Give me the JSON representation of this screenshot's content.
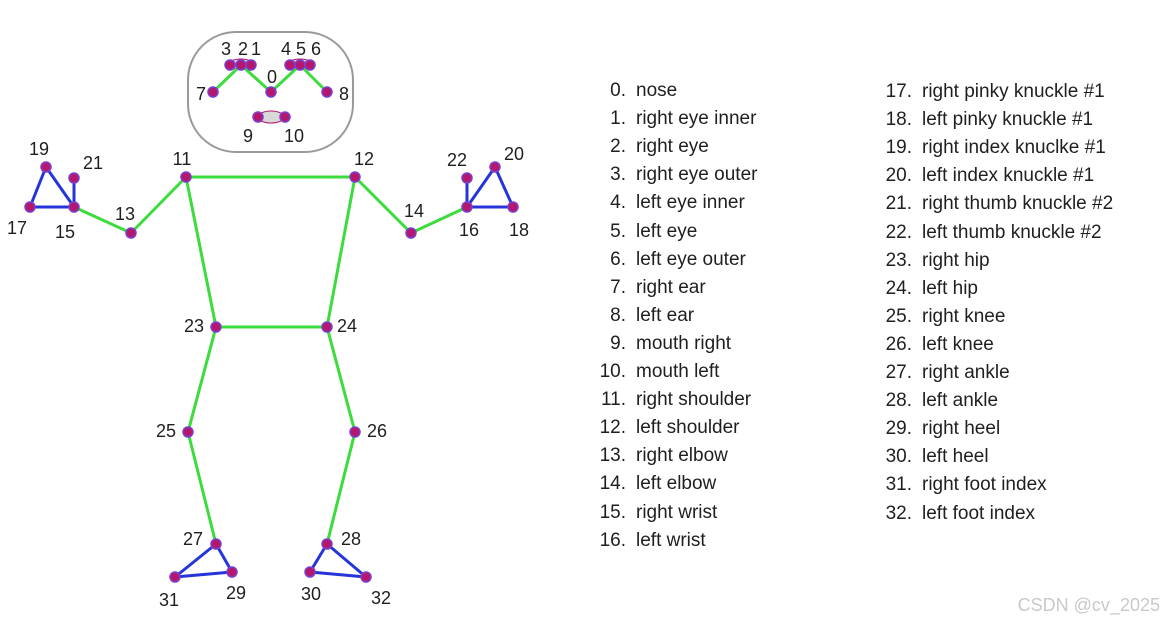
{
  "diagram": {
    "colors": {
      "body_edge": "#3ddc3d",
      "extremity_edge": "#2535d9",
      "landmark_fill": "#b5176d",
      "landmark_stroke": "#7a3fd0",
      "head_outline": "#9a9a9a",
      "mouth_eye_fill": "#d8d8d8"
    },
    "landmarks": [
      {
        "id": "0",
        "label": "0"
      },
      {
        "id": "1",
        "label": "1"
      },
      {
        "id": "2",
        "label": "2"
      },
      {
        "id": "3",
        "label": "3"
      },
      {
        "id": "4",
        "label": "4"
      },
      {
        "id": "5",
        "label": "5"
      },
      {
        "id": "6",
        "label": "6"
      },
      {
        "id": "7",
        "label": "7"
      },
      {
        "id": "8",
        "label": "8"
      },
      {
        "id": "9",
        "label": "9"
      },
      {
        "id": "10",
        "label": "10"
      },
      {
        "id": "11",
        "label": "11"
      },
      {
        "id": "12",
        "label": "12"
      },
      {
        "id": "13",
        "label": "13"
      },
      {
        "id": "14",
        "label": "14"
      },
      {
        "id": "15",
        "label": "15"
      },
      {
        "id": "16",
        "label": "16"
      },
      {
        "id": "17",
        "label": "17"
      },
      {
        "id": "18",
        "label": "18"
      },
      {
        "id": "19",
        "label": "19"
      },
      {
        "id": "20",
        "label": "20"
      },
      {
        "id": "21",
        "label": "21"
      },
      {
        "id": "22",
        "label": "22"
      },
      {
        "id": "23",
        "label": "23"
      },
      {
        "id": "24",
        "label": "24"
      },
      {
        "id": "25",
        "label": "25"
      },
      {
        "id": "26",
        "label": "26"
      },
      {
        "id": "27",
        "label": "27"
      },
      {
        "id": "28",
        "label": "28"
      },
      {
        "id": "29",
        "label": "29"
      },
      {
        "id": "30",
        "label": "30"
      },
      {
        "id": "31",
        "label": "31"
      },
      {
        "id": "32",
        "label": "32"
      }
    ],
    "connections": [
      {
        "from": "11",
        "to": "12",
        "kind": "body"
      },
      {
        "from": "11",
        "to": "23",
        "kind": "body"
      },
      {
        "from": "12",
        "to": "24",
        "kind": "body"
      },
      {
        "from": "23",
        "to": "24",
        "kind": "body"
      },
      {
        "from": "11",
        "to": "13",
        "kind": "body"
      },
      {
        "from": "13",
        "to": "15",
        "kind": "body"
      },
      {
        "from": "12",
        "to": "14",
        "kind": "body"
      },
      {
        "from": "14",
        "to": "16",
        "kind": "body"
      },
      {
        "from": "23",
        "to": "25",
        "kind": "body"
      },
      {
        "from": "25",
        "to": "27",
        "kind": "body"
      },
      {
        "from": "24",
        "to": "26",
        "kind": "body"
      },
      {
        "from": "26",
        "to": "28",
        "kind": "body"
      },
      {
        "from": "15",
        "to": "17",
        "kind": "extremity"
      },
      {
        "from": "15",
        "to": "19",
        "kind": "extremity"
      },
      {
        "from": "17",
        "to": "19",
        "kind": "extremity"
      },
      {
        "from": "15",
        "to": "21",
        "kind": "extremity"
      },
      {
        "from": "16",
        "to": "18",
        "kind": "extremity"
      },
      {
        "from": "16",
        "to": "20",
        "kind": "extremity"
      },
      {
        "from": "18",
        "to": "20",
        "kind": "extremity"
      },
      {
        "from": "16",
        "to": "22",
        "kind": "extremity"
      },
      {
        "from": "27",
        "to": "29",
        "kind": "extremity"
      },
      {
        "from": "27",
        "to": "31",
        "kind": "extremity"
      },
      {
        "from": "29",
        "to": "31",
        "kind": "extremity"
      },
      {
        "from": "28",
        "to": "30",
        "kind": "extremity"
      },
      {
        "from": "28",
        "to": "32",
        "kind": "extremity"
      },
      {
        "from": "30",
        "to": "32",
        "kind": "extremity"
      },
      {
        "from": "7",
        "to": "2",
        "kind": "body"
      },
      {
        "from": "2",
        "to": "0",
        "kind": "body"
      },
      {
        "from": "0",
        "to": "5",
        "kind": "body"
      },
      {
        "from": "5",
        "to": "8",
        "kind": "body"
      }
    ]
  },
  "legend": {
    "column1": [
      {
        "index": "0.",
        "name": "nose"
      },
      {
        "index": "1.",
        "name": "right eye inner"
      },
      {
        "index": "2.",
        "name": "right eye"
      },
      {
        "index": "3.",
        "name": "right eye outer"
      },
      {
        "index": "4.",
        "name": "left eye inner"
      },
      {
        "index": "5.",
        "name": "left eye"
      },
      {
        "index": "6.",
        "name": "left eye outer"
      },
      {
        "index": "7.",
        "name": "right ear"
      },
      {
        "index": "8.",
        "name": "left ear"
      },
      {
        "index": "9.",
        "name": "mouth right"
      },
      {
        "index": "10.",
        "name": "mouth left"
      },
      {
        "index": "11.",
        "name": "right shoulder"
      },
      {
        "index": "12.",
        "name": "left shoulder"
      },
      {
        "index": "13.",
        "name": "right elbow"
      },
      {
        "index": "14.",
        "name": "left elbow"
      },
      {
        "index": "15.",
        "name": "right wrist"
      },
      {
        "index": "16.",
        "name": "left wrist"
      }
    ],
    "column2": [
      {
        "index": "17.",
        "name": "right pinky knuckle #1"
      },
      {
        "index": "18.",
        "name": "left pinky knuckle #1"
      },
      {
        "index": "19.",
        "name": "right index knuclke #1"
      },
      {
        "index": "20.",
        "name": "left index knuckle #1"
      },
      {
        "index": "21.",
        "name": "right thumb knuckle #2"
      },
      {
        "index": "22.",
        "name": "left thumb knuckle #2"
      },
      {
        "index": "23.",
        "name": "right hip"
      },
      {
        "index": "24.",
        "name": "left hip"
      },
      {
        "index": "25.",
        "name": "right knee"
      },
      {
        "index": "26.",
        "name": "left knee"
      },
      {
        "index": "27.",
        "name": "right ankle"
      },
      {
        "index": "28.",
        "name": "left ankle"
      },
      {
        "index": "29.",
        "name": "right heel"
      },
      {
        "index": "30.",
        "name": "left heel"
      },
      {
        "index": "31.",
        "name": "right foot index"
      },
      {
        "index": "32.",
        "name": "left foot index"
      }
    ]
  },
  "watermark": "CSDN @cv_2025"
}
